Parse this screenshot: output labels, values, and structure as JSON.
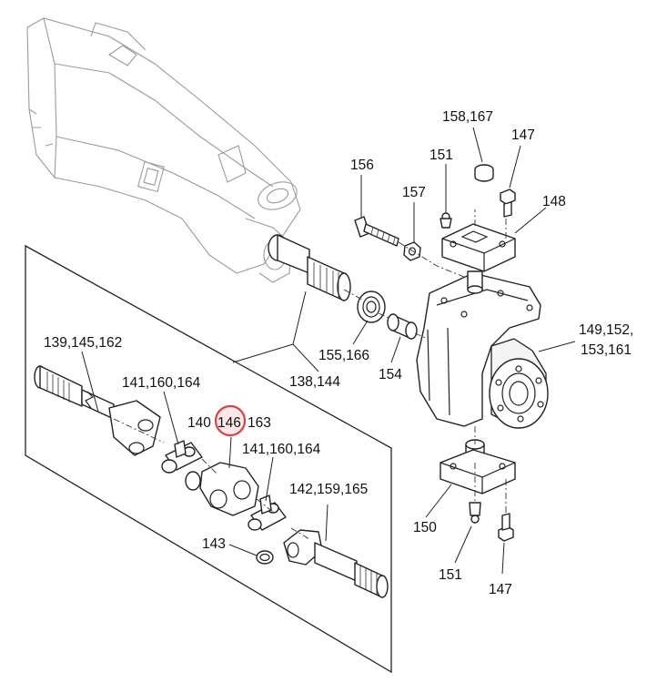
{
  "labels": {
    "l_158_167": "158,167",
    "l_147_top": "147",
    "l_151_top": "151",
    "l_156": "156",
    "l_157": "157",
    "l_148": "148",
    "l_149_152": "149,152,",
    "l_153_161": "153,161",
    "l_139": "139,145,162",
    "l_155_166": "155,166",
    "l_154": "154",
    "l_138_144": "138,144",
    "l_141_a": "141,160,164",
    "l_140": "140",
    "l_146": "146",
    "l_163": "163",
    "l_141_b": "141,160,164",
    "l_142": "142,159,165",
    "l_143": "143",
    "l_150": "150",
    "l_151_bot": "151",
    "l_147_bot": "147"
  },
  "highlight": {
    "part": "146",
    "color": "#d64545"
  }
}
